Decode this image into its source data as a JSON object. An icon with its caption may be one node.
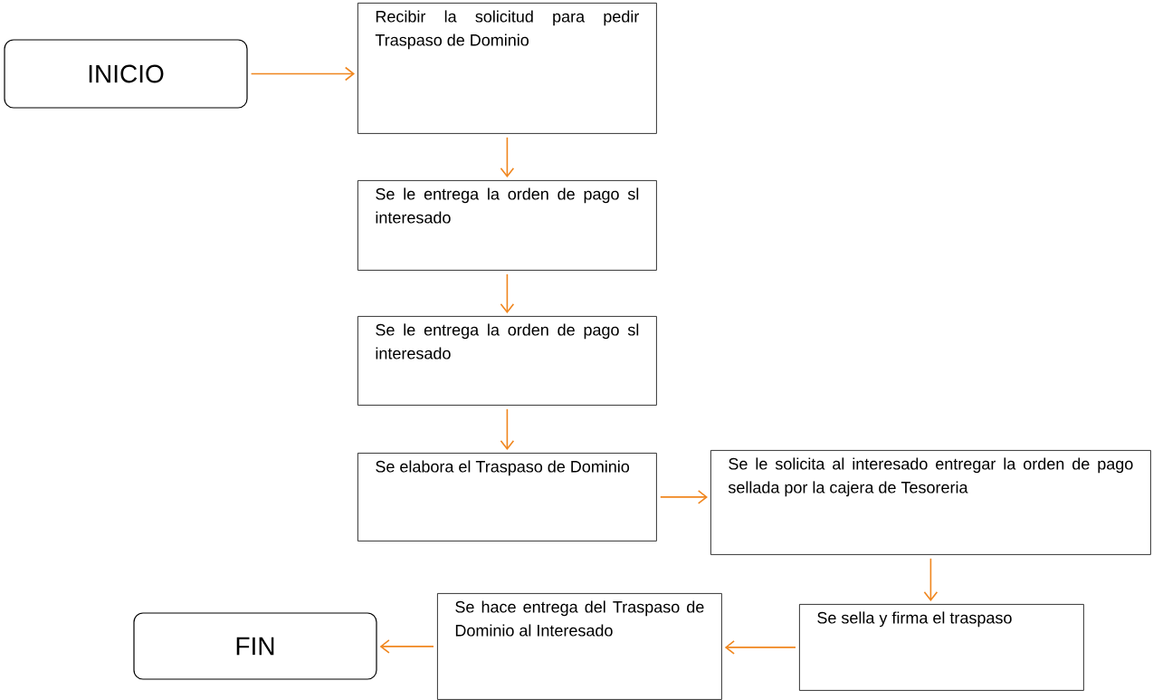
{
  "diagram": {
    "nodes": [
      {
        "text": [
          "INICIO"
        ]
      },
      {
        "text": [
          "Recibir la solicitud para pedir Traspaso de Dominio"
        ]
      },
      {
        "text": [
          "Se le entrega la orden de pago sl interesado"
        ]
      },
      {
        "text": [
          "Se le entrega la orden de pago sl interesado"
        ]
      },
      {
        "text": [
          "Se elabora el Traspaso de Dominio"
        ]
      },
      {
        "text": [
          "Se le solicita al interesado entregar la orden de pago sellada por la cajera de Tesoreria"
        ]
      },
      {
        "text": [
          "Se sella y firma el traspaso"
        ]
      },
      {
        "text": [
          "Se hace entrega del Traspaso de Dominio al Interesado"
        ]
      },
      {
        "text": [
          "FIN"
        ]
      }
    ],
    "edges": [
      {
        "from": 0,
        "to": 1,
        "arrow": "to"
      },
      {
        "from": 1,
        "to": 2,
        "arrow": "to"
      },
      {
        "from": 2,
        "to": 3,
        "arrow": "to"
      },
      {
        "from": 3,
        "to": 4,
        "arrow": "to"
      },
      {
        "from": 4,
        "to": 5,
        "arrow": "to"
      },
      {
        "from": 5,
        "to": 6,
        "arrow": "to"
      },
      {
        "from": 6,
        "to": 7,
        "arrow": "to"
      },
      {
        "from": 7,
        "to": 8,
        "arrow": "to"
      }
    ]
  }
}
